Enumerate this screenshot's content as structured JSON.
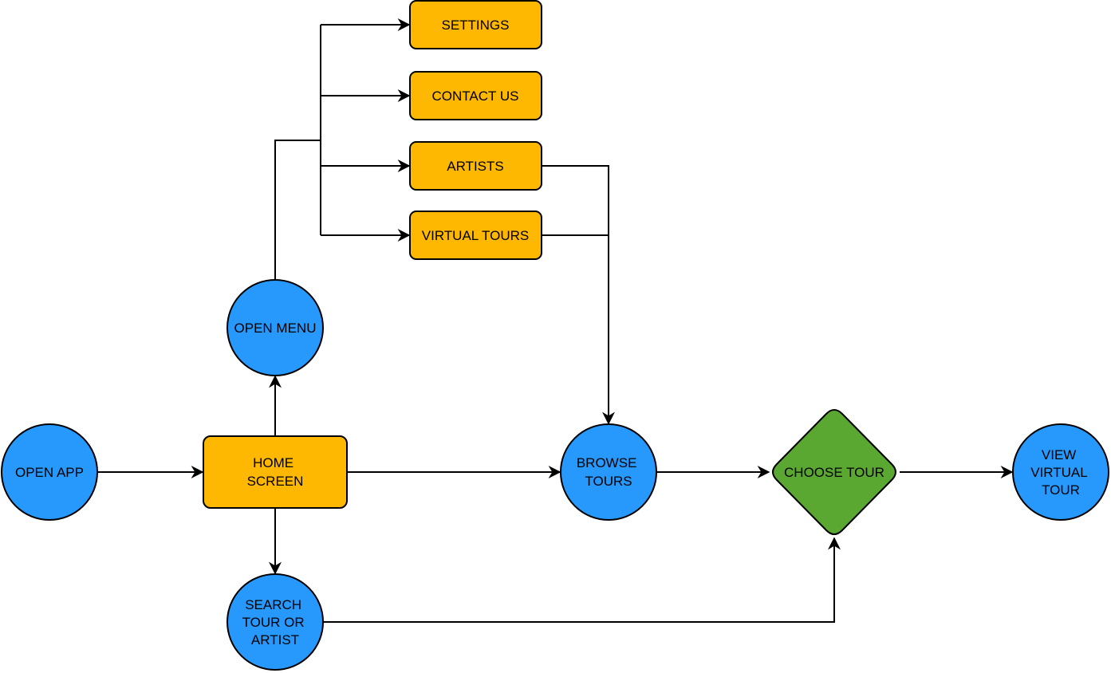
{
  "colors": {
    "circle_fill": "#2799fd",
    "box_fill": "#feb801",
    "decision_fill": "#5aa832",
    "stroke": "#000000"
  },
  "nodes": {
    "open_app": {
      "lines": [
        "OPEN APP"
      ]
    },
    "home_screen": {
      "lines": [
        "HOME",
        "SCREEN"
      ]
    },
    "open_menu": {
      "lines": [
        "OPEN MENU"
      ]
    },
    "search": {
      "lines": [
        "SEARCH",
        "TOUR OR",
        "ARTIST"
      ]
    },
    "settings": {
      "lines": [
        "SETTINGS"
      ]
    },
    "contact_us": {
      "lines": [
        "CONTACT US"
      ]
    },
    "artists": {
      "lines": [
        "ARTISTS"
      ]
    },
    "virtual_tours": {
      "lines": [
        "VIRTUAL TOURS"
      ]
    },
    "browse_tours": {
      "lines": [
        "BROWSE",
        "TOURS"
      ]
    },
    "choose_tour": {
      "lines": [
        "CHOOSE TOUR"
      ]
    },
    "view_virtual_tour": {
      "lines": [
        "VIEW",
        "VIRTUAL",
        "TOUR"
      ]
    }
  }
}
